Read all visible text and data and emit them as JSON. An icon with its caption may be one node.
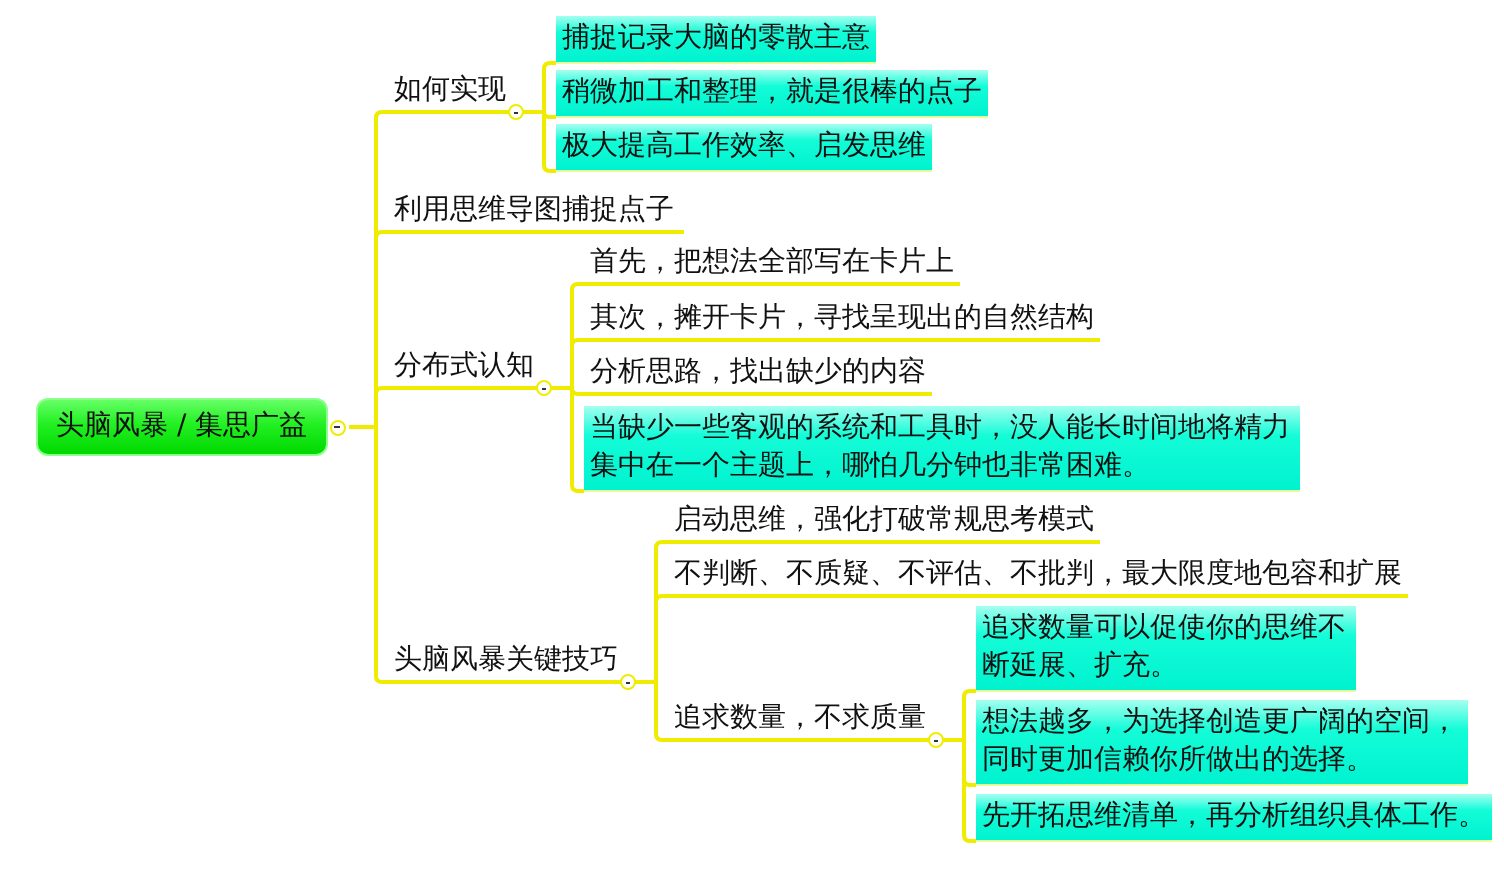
{
  "diagram": {
    "nodes": [
      {
        "text": [
          "头脑风暴 / 集思广益"
        ]
      },
      {
        "text": [
          "如何实现"
        ]
      },
      {
        "text": [
          "捕捉记录大脑的零散主意"
        ]
      },
      {
        "text": [
          "稍微加工和整理，就是很棒的点子"
        ]
      },
      {
        "text": [
          "极大提高工作效率、启发思维"
        ]
      },
      {
        "text": [
          "利用思维导图捕捉点子"
        ]
      },
      {
        "text": [
          "分布式认知"
        ]
      },
      {
        "text": [
          "首先，把想法全部写在卡片上"
        ]
      },
      {
        "text": [
          "其次，摊开卡片，寻找呈现出的自然结构"
        ]
      },
      {
        "text": [
          "分析思路，找出缺少的内容"
        ]
      },
      {
        "text": [
          "当缺少一些客观的系统和工具时，没人能长时间地将精力集中在一个主题上，哪怕几分钟也非常困难。"
        ]
      },
      {
        "text": [
          "头脑风暴关键技巧"
        ]
      },
      {
        "text": [
          "启动思维，强化打破常规思考模式"
        ]
      },
      {
        "text": [
          "不判断、不质疑、不评估、不批判，最大限度地包容和扩展"
        ]
      },
      {
        "text": [
          "追求数量，不求质量"
        ]
      },
      {
        "text": [
          "追求数量可以促使你的思维不断延展、扩充。"
        ]
      },
      {
        "text": [
          "想法越多，为选择创造更广阔的空间，同时更加信赖你所做出的选择。"
        ]
      },
      {
        "text": [
          "先开拓思维清单，再分析组织具体工作。"
        ]
      }
    ],
    "edges": [
      {
        "from": 0,
        "to": 1,
        "arrow": "none"
      },
      {
        "from": 0,
        "to": 5,
        "arrow": "none"
      },
      {
        "from": 0,
        "to": 6,
        "arrow": "none"
      },
      {
        "from": 0,
        "to": 11,
        "arrow": "none"
      },
      {
        "from": 1,
        "to": 2,
        "arrow": "none"
      },
      {
        "from": 1,
        "to": 3,
        "arrow": "none"
      },
      {
        "from": 1,
        "to": 4,
        "arrow": "none"
      },
      {
        "from": 6,
        "to": 7,
        "arrow": "none"
      },
      {
        "from": 6,
        "to": 8,
        "arrow": "none"
      },
      {
        "from": 6,
        "to": 9,
        "arrow": "none"
      },
      {
        "from": 6,
        "to": 10,
        "arrow": "none"
      },
      {
        "from": 11,
        "to": 12,
        "arrow": "none"
      },
      {
        "from": 11,
        "to": 13,
        "arrow": "none"
      },
      {
        "from": 11,
        "to": 14,
        "arrow": "none"
      },
      {
        "from": 14,
        "to": 15,
        "arrow": "none"
      },
      {
        "from": 14,
        "to": 16,
        "arrow": "none"
      },
      {
        "from": 14,
        "to": 17,
        "arrow": "none"
      }
    ]
  }
}
